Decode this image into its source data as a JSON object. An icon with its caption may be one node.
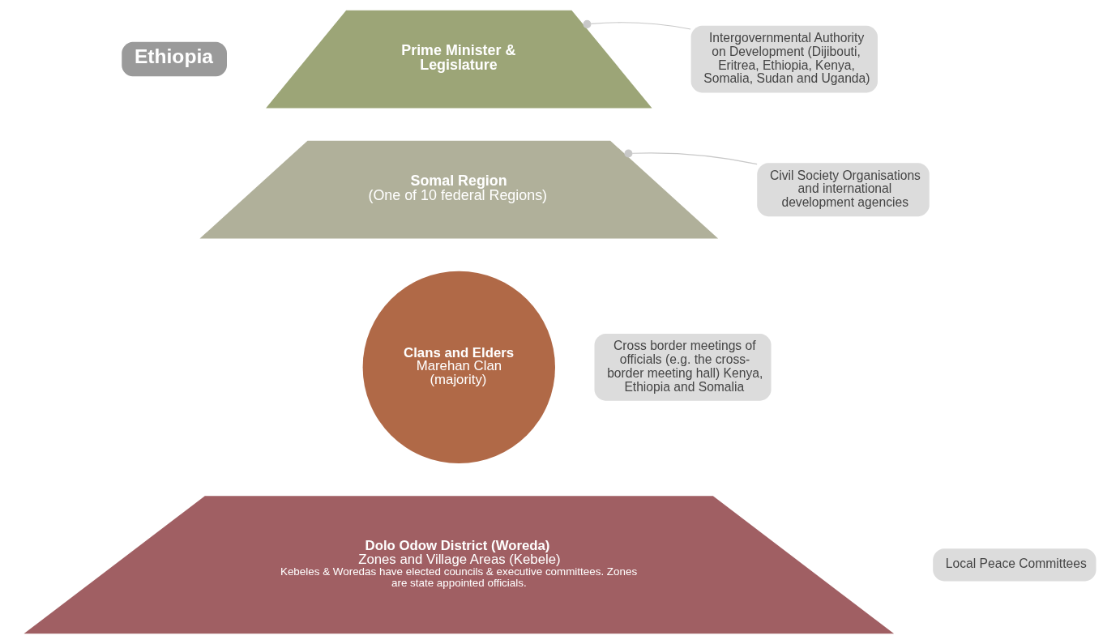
{
  "diagram": {
    "nodes": [
      {
        "text": [
          "Ethiopia"
        ]
      },
      {
        "text": [
          "Prime Minister & Legislature"
        ]
      },
      {
        "text": [
          "Intergovernmental Authority on Development (Dijibouti, Eritrea, Ethiopia, Kenya, Somalia, Sudan and Uganda)"
        ]
      },
      {
        "text": [
          "Somal Region",
          "(One of 10 federal Regions)"
        ]
      },
      {
        "text": [
          "Civil Society Organisations and international development agencies"
        ]
      },
      {
        "text": [
          "Clans and Elders",
          "Marehan Clan (majority)"
        ]
      },
      {
        "text": [
          "Cross border meetings of officials (e.g. the cross-border meeting hall) Kenya, Ethiopia and Somalia"
        ]
      },
      {
        "text": [
          "Dolo Odow District (Woreda)",
          "Zones and Village Areas (Kebele)",
          "Kebeles & Woredas have elected councils & executive committees. Zones are state appointed officials."
        ]
      },
      {
        "text": [
          "Local Peace Committees"
        ]
      }
    ],
    "edges": [
      {
        "from": 1,
        "to": 2,
        "arrow": "other"
      },
      {
        "from": 3,
        "to": 4,
        "arrow": "other"
      }
    ]
  }
}
